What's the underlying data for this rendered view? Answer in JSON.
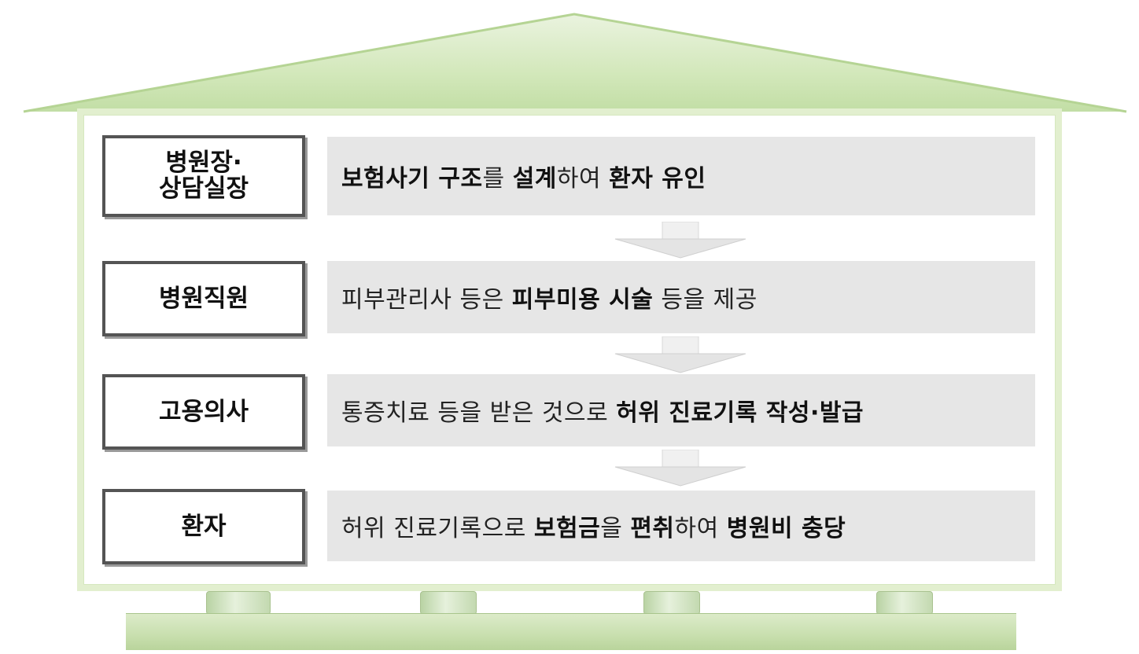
{
  "rows": [
    {
      "role": "병원장·\n상담실장",
      "desc": [
        {
          "t": "보험사기 구조",
          "b": true
        },
        {
          "t": "를 ",
          "b": false
        },
        {
          "t": "설계",
          "b": true
        },
        {
          "t": "하여 ",
          "b": false
        },
        {
          "t": "환자 유인",
          "b": true
        }
      ]
    },
    {
      "role": "병원직원",
      "desc": [
        {
          "t": "피부관리사 등은 ",
          "b": false
        },
        {
          "t": "피부미용 시술",
          "b": true
        },
        {
          "t": " 등을 제공",
          "b": false
        }
      ]
    },
    {
      "role": "고용의사",
      "desc": [
        {
          "t": "통증치료 등을 받은 것으로 ",
          "b": false
        },
        {
          "t": "허위 진료기록 작성·발급",
          "b": true
        }
      ]
    },
    {
      "role": "환자",
      "desc": [
        {
          "t": "허위 진료기록으로 ",
          "b": false
        },
        {
          "t": "보험금",
          "b": true
        },
        {
          "t": "을 ",
          "b": false
        },
        {
          "t": "편취",
          "b": true
        },
        {
          "t": "하여 ",
          "b": false
        },
        {
          "t": "병원비 충당",
          "b": true
        }
      ]
    }
  ],
  "colors": {
    "roof": "#cfe5b6",
    "wall_border": "#e2efcf",
    "desc_bg": "#e6e6e6",
    "role_border": "#545454"
  },
  "icons": {
    "arrow": "down-arrow-icon"
  }
}
